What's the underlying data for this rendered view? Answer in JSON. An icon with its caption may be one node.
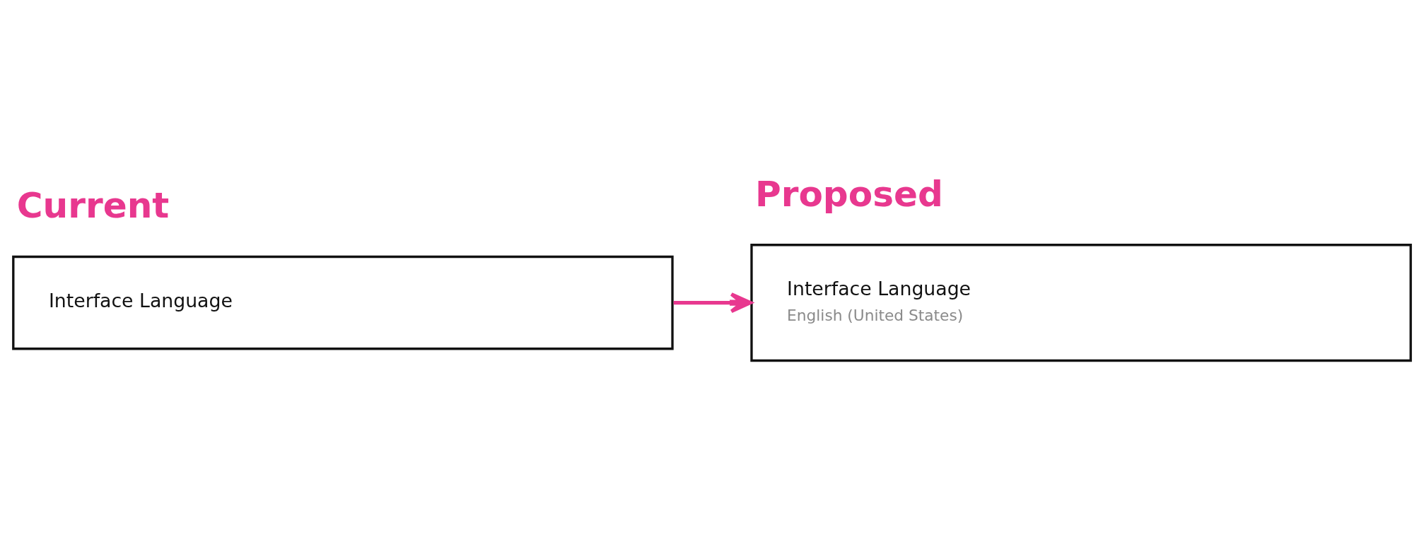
{
  "diagram": {
    "nodes": [
      {
        "text": [
          "Current",
          "Interface Language"
        ]
      },
      {
        "text": [
          "Proposed",
          "Interface Language",
          "English (United States)"
        ]
      }
    ],
    "edges": [
      {
        "from": 0,
        "to": 1,
        "arrow": "to",
        "color": "#e8388f"
      }
    ]
  }
}
